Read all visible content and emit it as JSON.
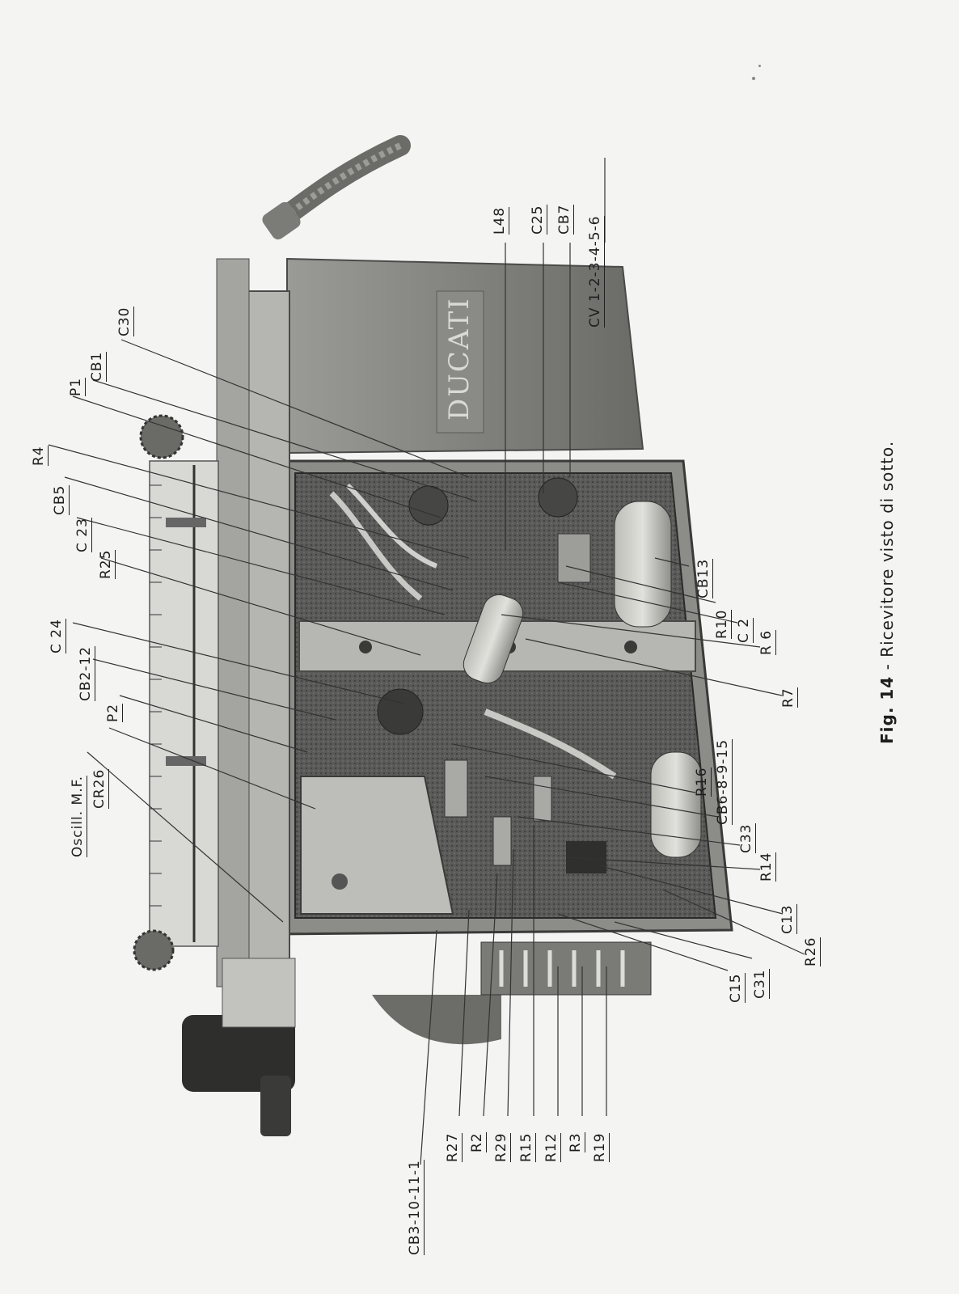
{
  "figure": {
    "caption_number": "Fig. 14",
    "caption_separator": " - ",
    "caption_text": "Ricevitore visto di sotto.",
    "nameplate": "DUCATI",
    "labels": {
      "top": [
        "Oscill. M.F.",
        "CR26",
        "P2",
        "CB2-12",
        "C 24",
        "R25",
        "C 23",
        "CB5",
        "R4",
        "P1",
        "CB1",
        "C30",
        "L48",
        "C25",
        "CB7",
        "CV 1-2-3-4-5-6"
      ],
      "right_middle": [
        "CB13",
        "R10",
        "C 2",
        "R 6",
        "R7"
      ],
      "right_lower": [
        "R16",
        "CB6-8-9-15",
        "C33",
        "R14",
        "C13",
        "R26",
        "C31",
        "C15"
      ],
      "bottom": [
        "CB3-10-11-1",
        "R27",
        "R2",
        "R29",
        "R15",
        "R12",
        "R3",
        "R19"
      ]
    }
  }
}
